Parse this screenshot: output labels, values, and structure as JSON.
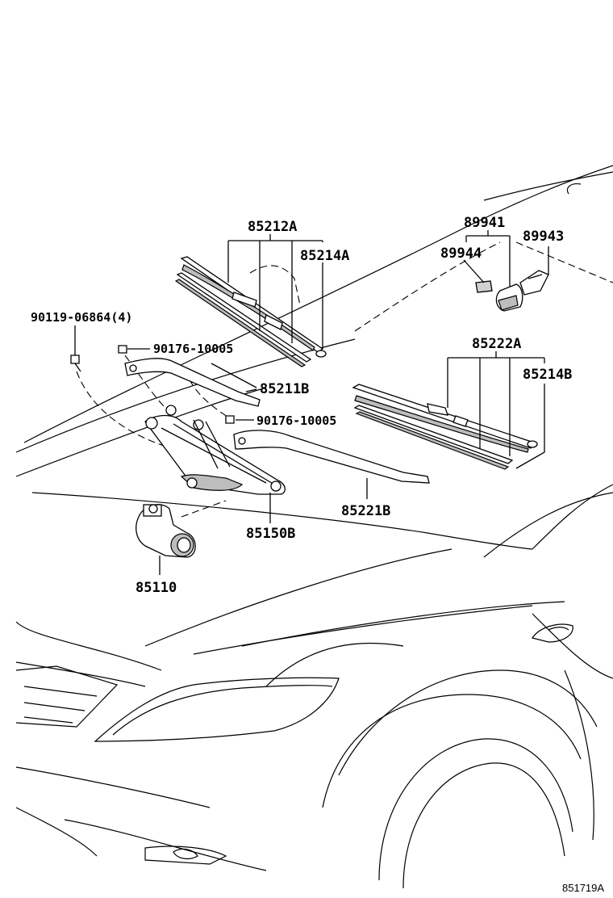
{
  "diagram": {
    "parts": {
      "p85212A": "85212A",
      "p85214A": "85214A",
      "p89941": "89941",
      "p89943": "89943",
      "p89944": "89944",
      "p90119": "90119-06864(4)",
      "p90176a": "90176-10005",
      "p85211B": "85211B",
      "p90176b": "90176-10005",
      "p85222A": "85222A",
      "p85214B": "85214B",
      "p85221B": "85221B",
      "p85150B": "85150B",
      "p85110": "85110"
    },
    "figure_code": "851719A"
  }
}
